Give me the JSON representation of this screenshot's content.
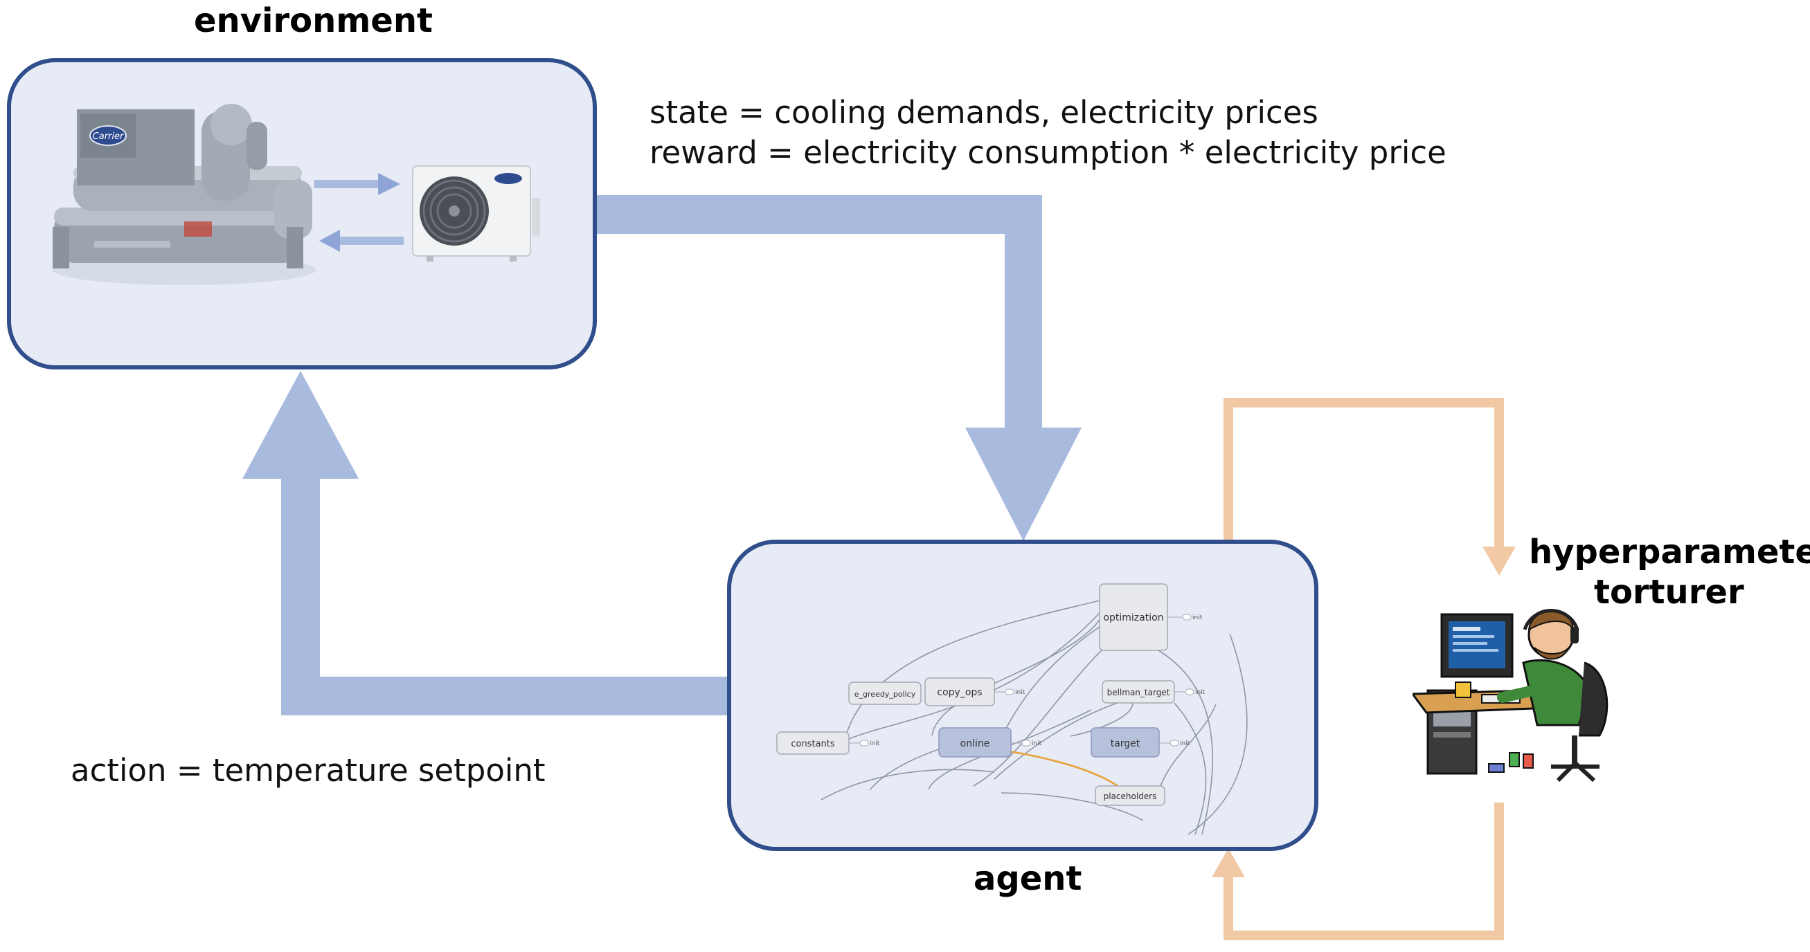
{
  "labels": {
    "environment": "environment",
    "agent": "agent",
    "torturer_line1": "hyperparameter",
    "torturer_line2": "torturer"
  },
  "captions": {
    "state": "state = cooling demands, electricity prices",
    "reward": "reward = electricity consumption * electricity price",
    "action": "action = temperature setpoint"
  },
  "graph_nodes": {
    "optimization": "optimization",
    "e_greedy_policy": "e_greedy_policy",
    "copy_ops": "copy_ops",
    "bellman_target": "bellman_target",
    "constants": "constants",
    "online": "online",
    "target": "target",
    "placeholders": "placeholders",
    "init": "init"
  },
  "brand": {
    "logo_text": "Carrier"
  },
  "colors": {
    "panel_fill": "#e6ebf6",
    "panel_border": "#2f4e8b",
    "main_arrow": "#a9badf",
    "tuning_arrow": "#f2c9a5",
    "highlight_edge": "#e8a33a"
  }
}
